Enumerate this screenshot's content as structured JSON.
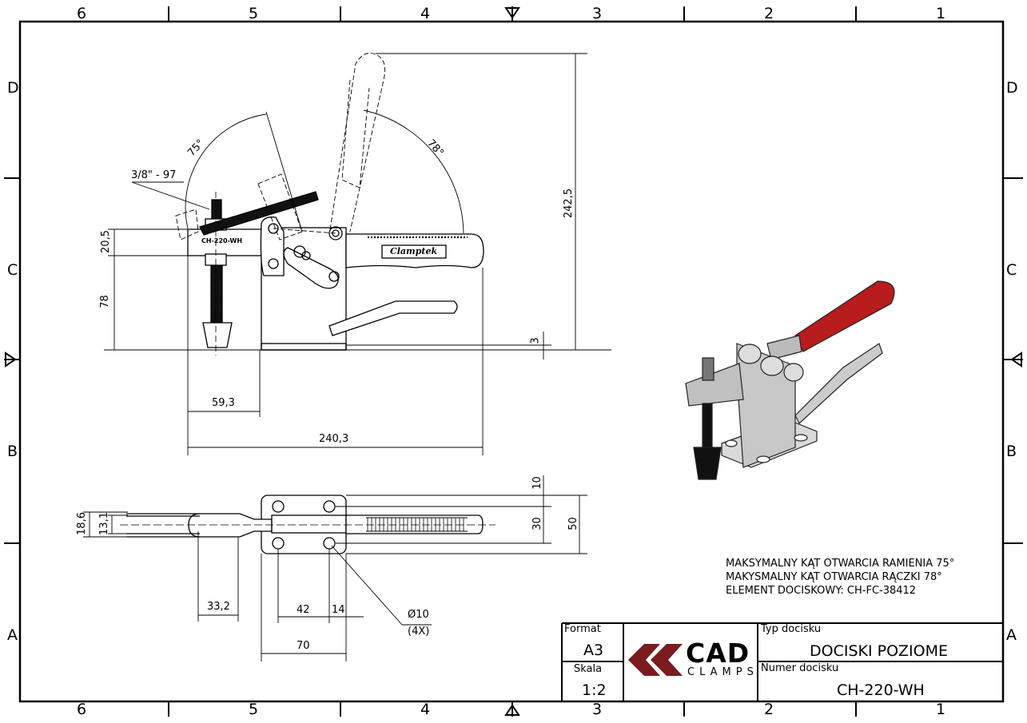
{
  "frame": {
    "zones_horizontal": [
      "6",
      "5",
      "4",
      "3",
      "2",
      "1"
    ],
    "zones_vertical": [
      "D",
      "C",
      "B",
      "A"
    ]
  },
  "side_view": {
    "angle_arm": "75°",
    "angle_handle": "78°",
    "thread": "3/8\" - 97",
    "arm_marking": "CH-220-WH",
    "handle_brand": "Clamptek",
    "dims": {
      "arm_height": "20,5",
      "base_height": "78",
      "total_height": "242,5",
      "offset": "3",
      "spindle_offset": "59,3",
      "total_length": "240,3"
    }
  },
  "top_view": {
    "dims": {
      "width_outer": "18,6",
      "width_inner": "13,1",
      "edge": "10",
      "hole_spacing_y": "30",
      "base_width": "50",
      "slot": "33,2",
      "hole_spacing_x": "42",
      "hole_edge": "14",
      "base_length": "70",
      "hole_diameter": "Ø10",
      "hole_count": "(4X)"
    }
  },
  "notes": [
    "MAKSYMALNY KĄT OTWARCIA RAMIENIA 75°",
    "MAKYSMALNY KĄT OTWARCIA RĄCZKI 78°",
    "ELEMENT DOCISKOWY: CH-FC-38412"
  ],
  "title_block": {
    "format_label": "Format",
    "format_value": "A3",
    "scale_label": "Skala",
    "scale_value": "1:2",
    "logo_main": "CAD",
    "logo_sub": "CLAMPS",
    "type_label": "Typ docisku",
    "type_value": "DOCISKI POZIOME",
    "number_label": "Numer docisku",
    "number_value": "CH-220-WH"
  },
  "colors": {
    "logo": "#7a1c1f",
    "handle": "#b81c1c"
  }
}
